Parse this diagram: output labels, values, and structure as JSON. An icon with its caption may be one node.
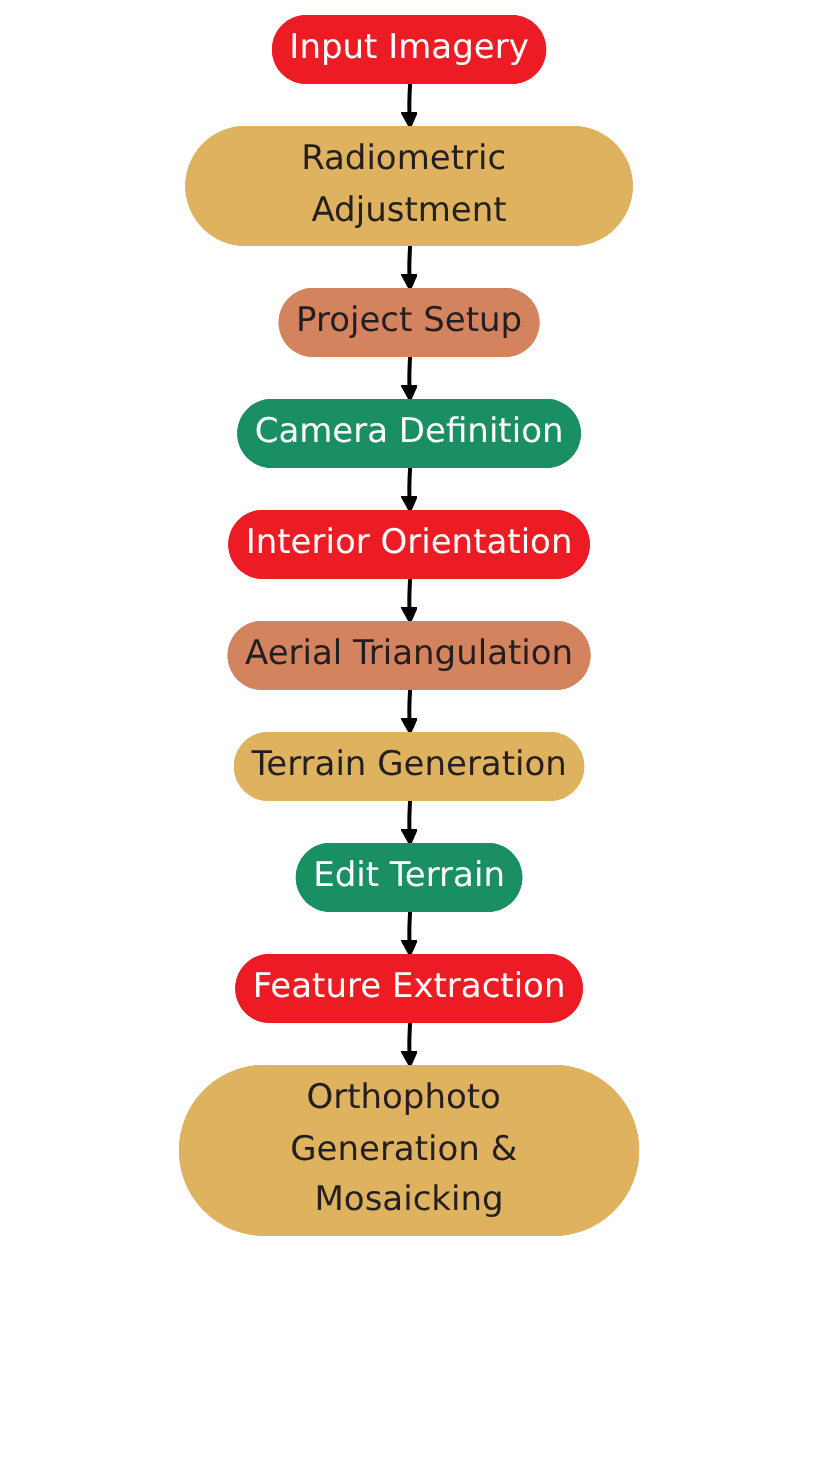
{
  "diagram": {
    "nodes": [
      {
        "text": [
          "Input Imagery"
        ]
      },
      {
        "text": [
          "Radiometric Adjustment"
        ]
      },
      {
        "text": [
          "Project Setup"
        ]
      },
      {
        "text": [
          "Camera Definition"
        ]
      },
      {
        "text": [
          "Interior Orientation"
        ]
      },
      {
        "text": [
          "Aerial Triangulation"
        ]
      },
      {
        "text": [
          "Terrain Generation"
        ]
      },
      {
        "text": [
          "Edit Terrain"
        ]
      },
      {
        "text": [
          "Feature Extraction"
        ]
      },
      {
        "text": [
          "Orthophoto Generation & Mosaicking"
        ]
      }
    ],
    "edges": [
      {
        "from": 0,
        "to": 1,
        "arrow": "to"
      },
      {
        "from": 1,
        "to": 2,
        "arrow": "to"
      },
      {
        "from": 2,
        "to": 3,
        "arrow": "to"
      },
      {
        "from": 3,
        "to": 4,
        "arrow": "to"
      },
      {
        "from": 4,
        "to": 5,
        "arrow": "to"
      },
      {
        "from": 5,
        "to": 6,
        "arrow": "to"
      },
      {
        "from": 6,
        "to": 7,
        "arrow": "to"
      },
      {
        "from": 7,
        "to": 8,
        "arrow": "to"
      },
      {
        "from": 8,
        "to": 9,
        "arrow": "to"
      }
    ]
  }
}
